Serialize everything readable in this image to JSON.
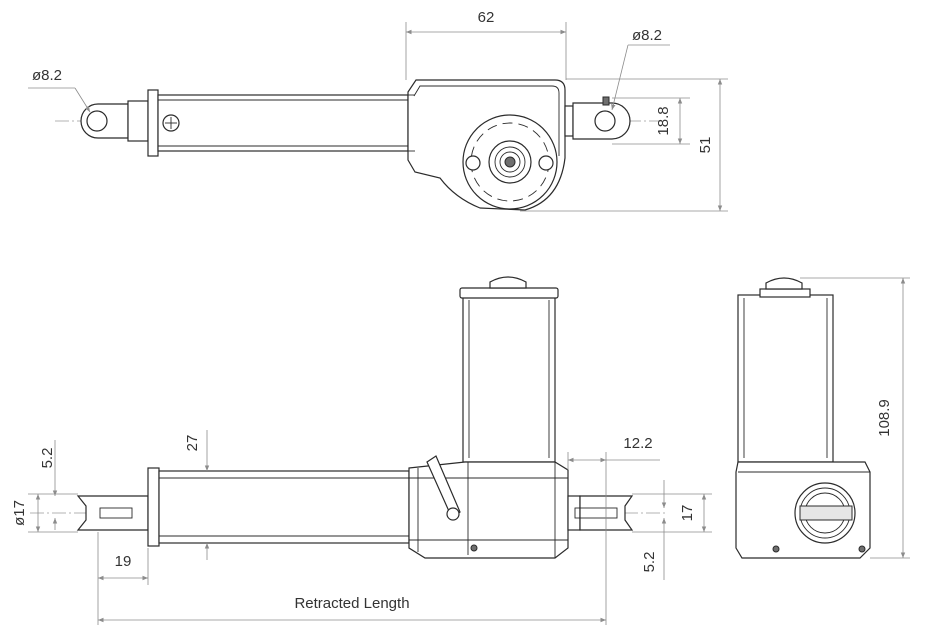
{
  "dimensions": {
    "top_width": "62",
    "top_hole_left": "ø8.2",
    "top_hole_right": "ø8.2",
    "top_eye_height": "18.8",
    "top_total_height": "51",
    "side_tab_width": "5.2",
    "side_diameter": "ø17",
    "side_tube_height": "27",
    "side_end_length": "19",
    "side_offset": "12.2",
    "side_right_height": "17",
    "side_right_tab": "5.2",
    "end_total_height": "108.9",
    "retracted_length": "Retracted Length"
  },
  "colors": {
    "line": "#2b2b2b",
    "dimension": "#8c8c8c",
    "text": "#333333"
  }
}
